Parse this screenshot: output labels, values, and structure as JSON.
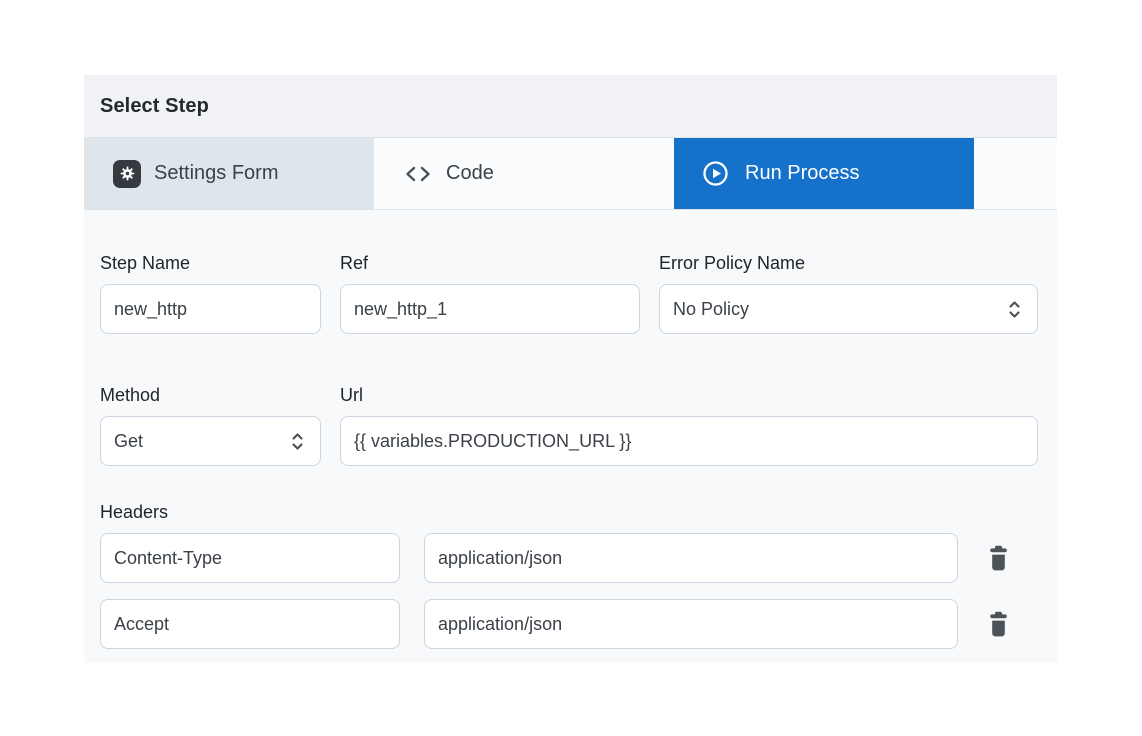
{
  "panel": {
    "title": "Select Step",
    "tabs": [
      {
        "label": "Settings Form",
        "icon": "gear-icon",
        "state": "highlighted"
      },
      {
        "label": "Code",
        "icon": "code-icon",
        "state": "inactive"
      },
      {
        "label": "Run Process",
        "icon": "play-icon",
        "state": "active"
      }
    ]
  },
  "form": {
    "step_name": {
      "label": "Step Name",
      "value": "new_http"
    },
    "ref": {
      "label": "Ref",
      "value": "new_http_1"
    },
    "error_policy": {
      "label": "Error Policy Name",
      "value": "No Policy",
      "icon": "chevron-up-down-icon"
    },
    "method": {
      "label": "Method",
      "value": "Get",
      "icon": "chevron-up-down-icon"
    },
    "url": {
      "label": "Url",
      "value": "{{ variables.PRODUCTION_URL }}"
    },
    "headers": {
      "label": "Headers",
      "rows": [
        {
          "key": "Content-Type",
          "value": "application/json",
          "action_icon": "trash-icon"
        },
        {
          "key": "Accept",
          "value": "application/json",
          "action_icon": "trash-icon"
        }
      ]
    }
  },
  "colors": {
    "accent_blue": "#1571c9",
    "tab_settings_bg": "#dee6ec",
    "panel_bg": "#f8f9fa",
    "header_bg": "#f0f2f5",
    "divider_border": "#dee2e6",
    "input_border": "#ccd6e1",
    "icon_badge_dark": "#343a40",
    "icon_gray": "#495057"
  }
}
